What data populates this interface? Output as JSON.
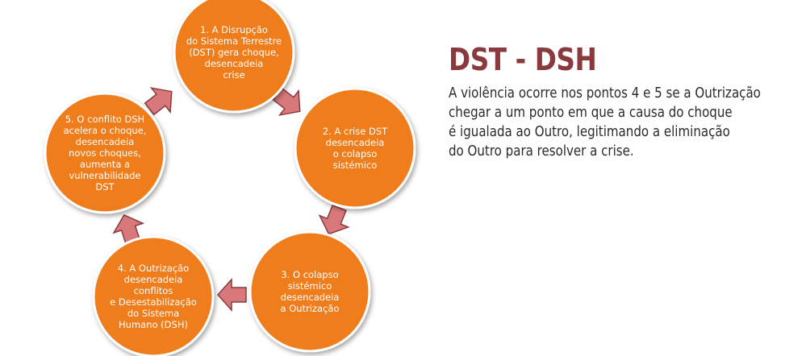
{
  "colors": {
    "node_fill": "#ef7d1f",
    "node_stroke": "#ffffff",
    "arrow_fill": "#d8787a",
    "arrow_stroke": "#8a3a3d",
    "title_color": "#8a3a3d",
    "text_color": "#2b2b2b"
  },
  "diagram": {
    "nodes": [
      {
        "id": "node-1",
        "lines": [
          "1. A Disrupção",
          "do Sistema Terrestre",
          "(DST) gera choque,",
          "desencadeia",
          "crise"
        ]
      },
      {
        "id": "node-2",
        "lines": [
          "2. A crise DST",
          "desencadeia",
          "o colapso",
          "sistémico"
        ]
      },
      {
        "id": "node-3",
        "lines": [
          "3. O colapso",
          "sistémico",
          "desencadeia",
          "a Outrização"
        ]
      },
      {
        "id": "node-4",
        "lines": [
          "4. A Outrização",
          "desencadeia",
          "conflitos",
          "e Desestabilização",
          "do Sistema",
          "Humano (DSH)"
        ]
      },
      {
        "id": "node-5",
        "lines": [
          "5. O conflito DSH",
          "acelera o choque,",
          "desencadeia",
          "novos choques,",
          "aumenta a",
          "vulnerabilidade",
          "DST"
        ]
      }
    ],
    "arrows": [
      "1-to-2",
      "2-to-3",
      "3-to-4",
      "4-to-5",
      "5-to-1"
    ]
  },
  "header": {
    "title": "DST - DSH"
  },
  "description": {
    "lines": [
      "A violência ocorre nos pontos 4 e 5 se a Outrização",
      "chegar a um ponto em que a causa do choque",
      "é igualada ao Outro, legitimando a eliminação",
      "do Outro para resolver a crise."
    ]
  }
}
